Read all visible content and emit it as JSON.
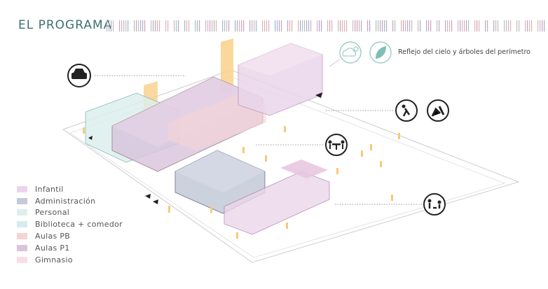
{
  "header": {
    "title": "EL PROGRAMA"
  },
  "annotation": {
    "reflejo": "Reflejo del cielo y árboles del perímetro"
  },
  "legend": [
    {
      "label": "Infantil",
      "color": "#ead6ea"
    },
    {
      "label": "Administración",
      "color": "#c4cad9"
    },
    {
      "label": "Personal",
      "color": "#dcefed"
    },
    {
      "label": "Biblioteca + comedor",
      "color": "#d6ebee"
    },
    {
      "label": "Aulas PB",
      "color": "#f6d3d6"
    },
    {
      "label": "Aulas P1",
      "color": "#d9c4dd"
    },
    {
      "label": "Gimnasio",
      "color": "#f8dee6"
    }
  ],
  "icons": [
    "car-icon",
    "cloud-sun-icon",
    "leaf-icon",
    "basketball-icon",
    "running-kids-icon",
    "table-meeting-icon",
    "playing-kids-icon"
  ],
  "colors": {
    "title": "#3f6f6f",
    "icon_teal": "#7fbfb8",
    "towers": "#f7c97a"
  }
}
